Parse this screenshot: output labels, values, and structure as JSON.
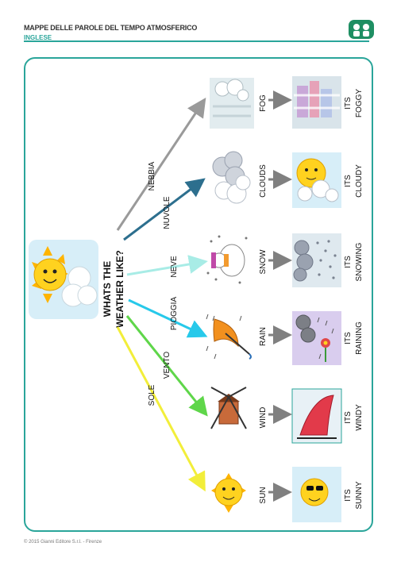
{
  "header": {
    "title": "MAPPE DELLE PAROLE DEL TEMPO ATMOSFERICO",
    "subtitle": "INGLESE"
  },
  "center": {
    "question_line1": "WHATS THE",
    "question_line2": "WEATHER LIKE?"
  },
  "rows": [
    {
      "italian": "NEBBIA",
      "english": "FOG",
      "phrase1": "ITS",
      "phrase2": "FOGGY",
      "arrow_color": "#9a9a9a"
    },
    {
      "italian": "NUVOLE",
      "english": "CLOUDS",
      "phrase1": "ITS",
      "phrase2": "CLOUDY",
      "arrow_color": "#2d6f8e"
    },
    {
      "italian": "NEVE",
      "english": "SNOW",
      "phrase1": "ITS",
      "phrase2": "SNOWING",
      "arrow_color": "#a8ece6"
    },
    {
      "italian": "PIOGGIA",
      "english": "RAIN",
      "phrase1": "ITS",
      "phrase2": "RAINING",
      "arrow_color": "#27c9ea"
    },
    {
      "italian": "VENTO",
      "english": "WIND",
      "phrase1": "ITS",
      "phrase2": "WINDY",
      "arrow_color": "#5fd64a"
    },
    {
      "italian": "SOLE",
      "english": "SUN",
      "phrase1": "ITS",
      "phrase2": "SUNNY",
      "arrow_color": "#f2ee3a"
    }
  ],
  "footer": {
    "copyright": "© 2015 Gianni Editore S.r.l. - Firenze"
  },
  "colors": {
    "accent": "#2aa59a",
    "sun": "#ffd21f",
    "sky_panel": "#d7eef8"
  }
}
